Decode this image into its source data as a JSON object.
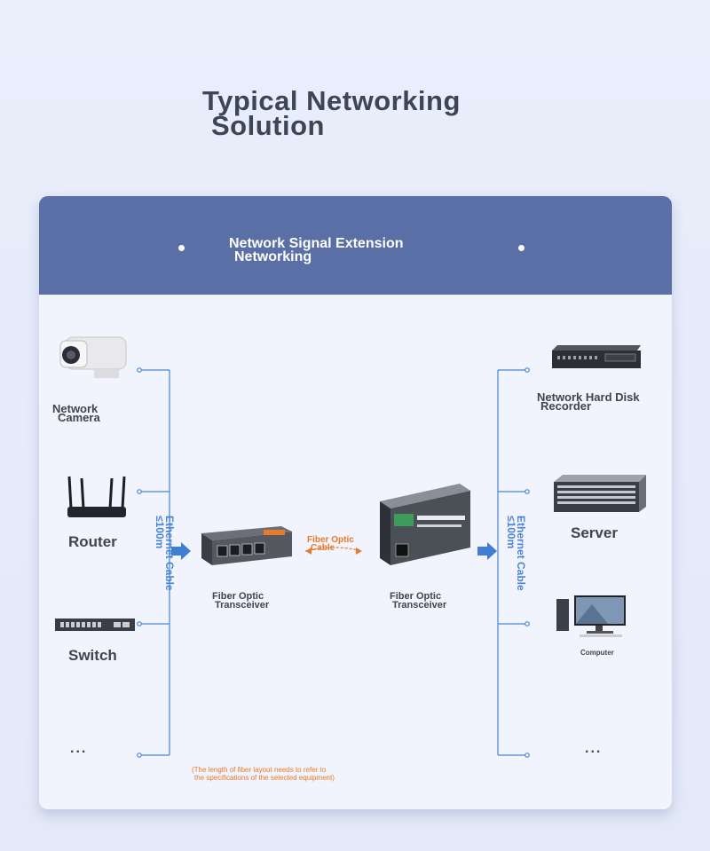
{
  "title": {
    "line1": "Typical Networking",
    "line2": "Solution"
  },
  "header": {
    "line1": "Network Signal Extension",
    "line2": "Networking"
  },
  "left_devices": [
    {
      "line1": "Network",
      "line2": "Camera"
    },
    {
      "label": "Router"
    },
    {
      "label": "Switch"
    },
    {
      "label": "..."
    }
  ],
  "right_devices": [
    {
      "line1": "Network Hard Disk",
      "line2": "Recorder"
    },
    {
      "label": "Server"
    },
    {
      "label": "Computer"
    },
    {
      "label": "..."
    }
  ],
  "left_cable": {
    "line1": "Ethernet Cable",
    "line2": "≤100m"
  },
  "right_cable": {
    "line1": "Ethernet Cable",
    "line2": "≤100m"
  },
  "transceiver_left": {
    "line1": "Fiber Optic",
    "line2": "Transceiver"
  },
  "transceiver_right": {
    "line1": "Fiber Optic",
    "line2": "Transceiver"
  },
  "fiber": {
    "line1": "Fiber Optic",
    "line2": "Cable"
  },
  "note": {
    "line1": "(The length of fiber layout needs to refer to",
    "line2": "the specifications of the selected equipment)"
  },
  "colors": {
    "header": "#5a6fa6",
    "accent_blue": "#4a84d4",
    "accent_orange": "#e87a2a"
  },
  "icons": [
    "camera-icon",
    "router-icon",
    "switch-icon",
    "nvr-icon",
    "server-icon",
    "computer-icon",
    "media-converter-icon",
    "arrow-right-icon"
  ]
}
